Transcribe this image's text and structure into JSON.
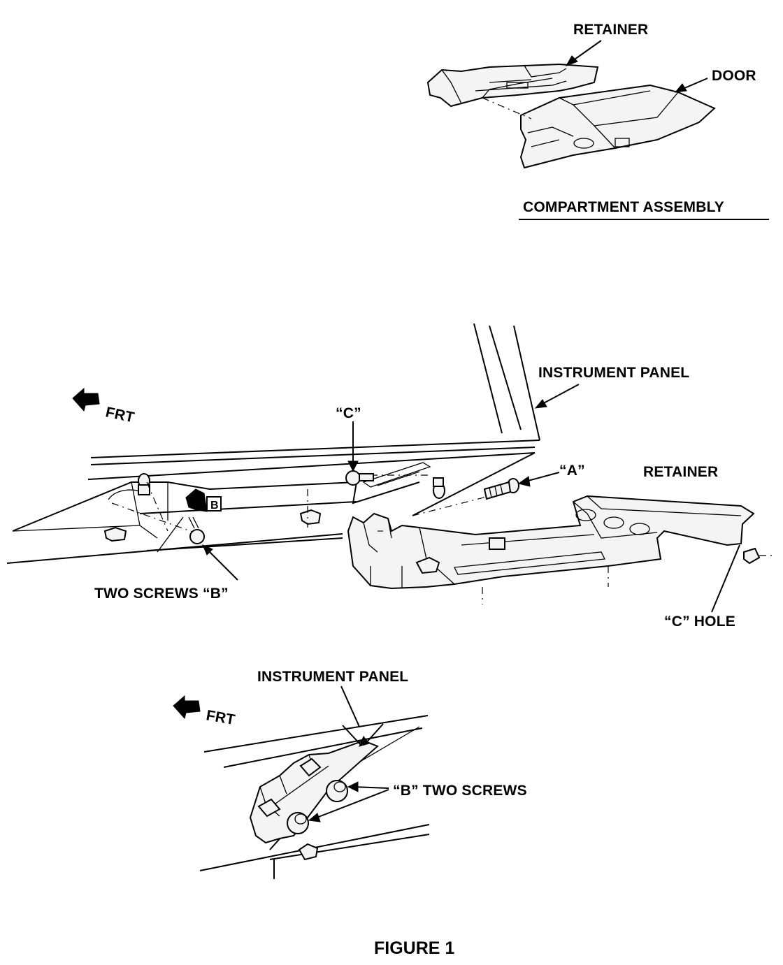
{
  "labels": {
    "retainer_top": "RETAINER",
    "door": "DOOR",
    "compartment_assembly": "COMPARTMENT ASSEMBLY",
    "instrument_panel_main": "INSTRUMENT PANEL",
    "frt_main": "FRT",
    "c_screw": "“C”",
    "a_screw": "“A”",
    "retainer_main": "RETAINER",
    "b_marker": "B",
    "two_screws_b": "TWO SCREWS “B”",
    "c_hole": "“C” HOLE",
    "instrument_panel_detail": "INSTRUMENT PANEL",
    "frt_detail": "FRT",
    "b_two_screws": "“B” TWO SCREWS"
  },
  "caption": "FIGURE 1"
}
